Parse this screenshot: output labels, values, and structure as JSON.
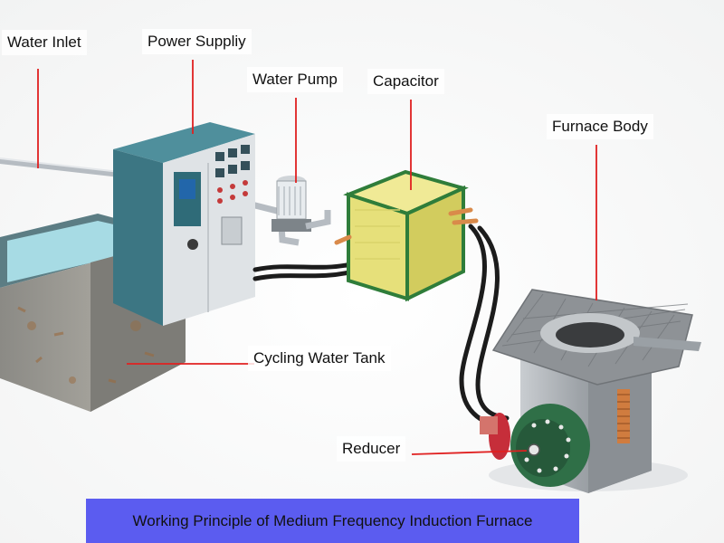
{
  "labels": {
    "water_inlet": "Water Inlet",
    "power_supply": "Power Suppliy",
    "water_pump": "Water Pump",
    "capacitor": "Capacitor",
    "furnace_body": "Furnace Body",
    "cycling_water_tank": "Cycling Water Tank",
    "reducer": "Reducer"
  },
  "caption": "Working Principle of Medium Frequency Induction Furnace",
  "colors": {
    "caption_bg": "#5b5cf0",
    "leader_line": "#e02020",
    "capacitor_face": "#e6e07a",
    "capacitor_frame": "#2f7d3a",
    "cabinet_body": "#d9dde0",
    "cabinet_panel": "#3f8a9a",
    "tank_wall": "#8f8f8a",
    "tank_water": "#9fd7e2",
    "furnace_steel": "#a9aeb3",
    "reducer_green": "#2f6f47",
    "reducer_red": "#c62e3a",
    "cable": "#1c1c1c",
    "pipe": "#b6bcc2"
  }
}
